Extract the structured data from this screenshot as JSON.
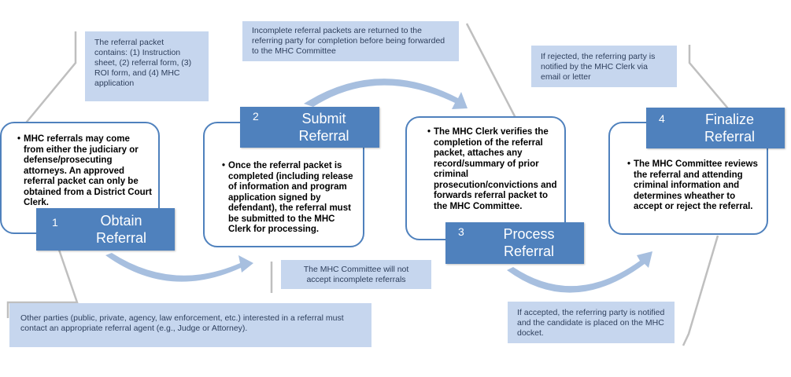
{
  "colors": {
    "accent": "#4f81bd",
    "callout": "#c6d6ee",
    "connector": "#bfbfbf",
    "arc": "#a7bfdf"
  },
  "steps": [
    {
      "num": "1",
      "title_line1": "Obtain",
      "title_line2": "Referral",
      "bullet": "MHC referrals may come from either the judiciary or defense/prosecuting attorneys. An approved referral packet can only be obtained from a District Court Clerk."
    },
    {
      "num": "2",
      "title_line1": "Submit",
      "title_line2": "Referral",
      "bullet": "Once the referral packet is completed (including release of information and program application signed by defendant), the referral must be submitted to the MHC Clerk for processing."
    },
    {
      "num": "3",
      "title_line1": "Process",
      "title_line2": "Referral",
      "bullet": "The MHC Clerk verifies the completion of the referral packet, attaches any record/summary of prior criminal prosecution/convictions and forwards referral packet to the MHC Committee."
    },
    {
      "num": "4",
      "title_line1": "Finalize",
      "title_line2": "Referral",
      "bullet": "The MHC Committee reviews the referral and attending criminal information and determines wheather to accept or reject the referral."
    }
  ],
  "notes": {
    "packet_contents": "The referral packet contains: (1) Instruction sheet, (2) referral form, (3) ROI form, and (4) MHC application",
    "incomplete_returned": "Incomplete referral packets are returned to the referring party for completion before being forwarded to the MHC Committee",
    "rejected": "If rejected, the referring party is notified by the MHC Clerk via email or letter",
    "no_incomplete": "The MHC Committee will not accept incomplete referrals",
    "other_parties": "Other parties (public, private, agency, law enforcement, etc.) interested in a referral must contact an appropriate referral agent (e.g., Judge or Attorney).",
    "accepted": "If accepted, the referring party is notified and the candidate is placed on the MHC docket."
  }
}
